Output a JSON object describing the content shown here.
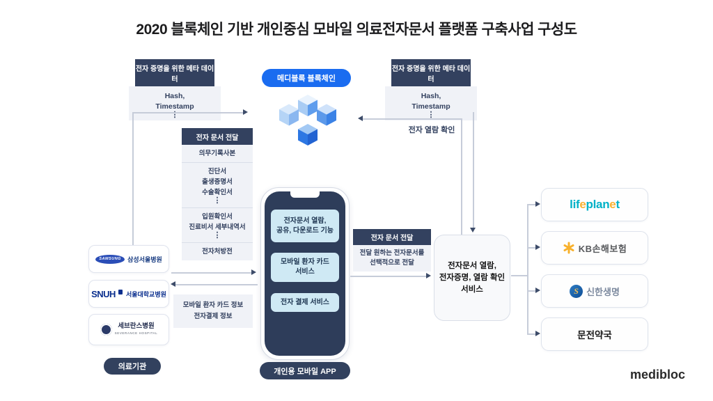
{
  "title": "2020 블록체인 기반 개인중심 모바일 의료전자문서 플랫폼 구축사업 구성도",
  "brand": "medibloc",
  "colors": {
    "navy": "#33415f",
    "accent_blue": "#1a6cf0",
    "panel_gray": "#f0f2f7",
    "line_gray": "#c6ccd9",
    "arrow_navy": "#3d4c69",
    "phone_feature_bg": "#cfe9f4",
    "lifeplanet_teal": "#00b1c7",
    "lifeplanet_orange": "#f8b133",
    "kb_yellow": "#f8b12c",
    "shinhan_blue": "#0e4e96"
  },
  "blockchain": {
    "label": "메디블록 블록체인"
  },
  "meta_left": {
    "header": "전자 증명을 위한 메타 데이터",
    "lines": [
      "Hash,",
      "Timestamp",
      "⋮"
    ]
  },
  "meta_right": {
    "header": "전자 증명을 위한 메타 데이터",
    "lines": [
      "Hash,",
      "Timestamp",
      "⋮"
    ]
  },
  "labels": {
    "read_confirm": "전자 열람 확인"
  },
  "doc_list": {
    "header": "전자 문서 전달",
    "groups": [
      [
        "의무기록사본"
      ],
      [
        "진단서",
        "출생증명서",
        "수술확인서",
        "⋮"
      ],
      [
        "입원확인서",
        "진료비서 세부내역서",
        "⋮"
      ],
      [
        "전자처방전"
      ]
    ]
  },
  "hospitals": {
    "samsung": {
      "logo": "SAMSUNG",
      "name": "삼성서울병원"
    },
    "snuh": {
      "logo": "SNUH",
      "name": "서울대학교병원"
    },
    "severance": {
      "name": "세브란스병원",
      "sub": "SEVERANCE HOSPITAL"
    },
    "group_label": "의료기관"
  },
  "card_info": {
    "lines": [
      "모바일 환자 카드 정보",
      "전자결제 정보"
    ]
  },
  "phone": {
    "features": [
      {
        "line1": "전자문서 열람,",
        "line2": "공유, 다운로드 기능"
      },
      {
        "line1": "모바일 환자 카드",
        "line2": "서비스"
      },
      {
        "line1": "전자 결제 서비스",
        "line2": ""
      }
    ],
    "label": "개인용 모바일 APP"
  },
  "transfer": {
    "header": "전자 문서 전달",
    "lines": [
      "전달 원하는 전자문서를",
      "선택적으로 전달"
    ]
  },
  "service": {
    "lines": [
      "전자문서 열람,",
      "전자증명, 열람 확인",
      "서비스"
    ]
  },
  "receivers": {
    "lifeplanet": {
      "segments": [
        {
          "t": "lif"
        },
        {
          "t": "e"
        },
        {
          "t": "plan"
        },
        {
          "t": "e"
        },
        {
          "t": "t"
        }
      ]
    },
    "kb": {
      "name": "KB손해보험"
    },
    "shinhan": {
      "symbol": "S",
      "name": "신한생명"
    },
    "pharmacy": {
      "name": "문전약국"
    }
  }
}
